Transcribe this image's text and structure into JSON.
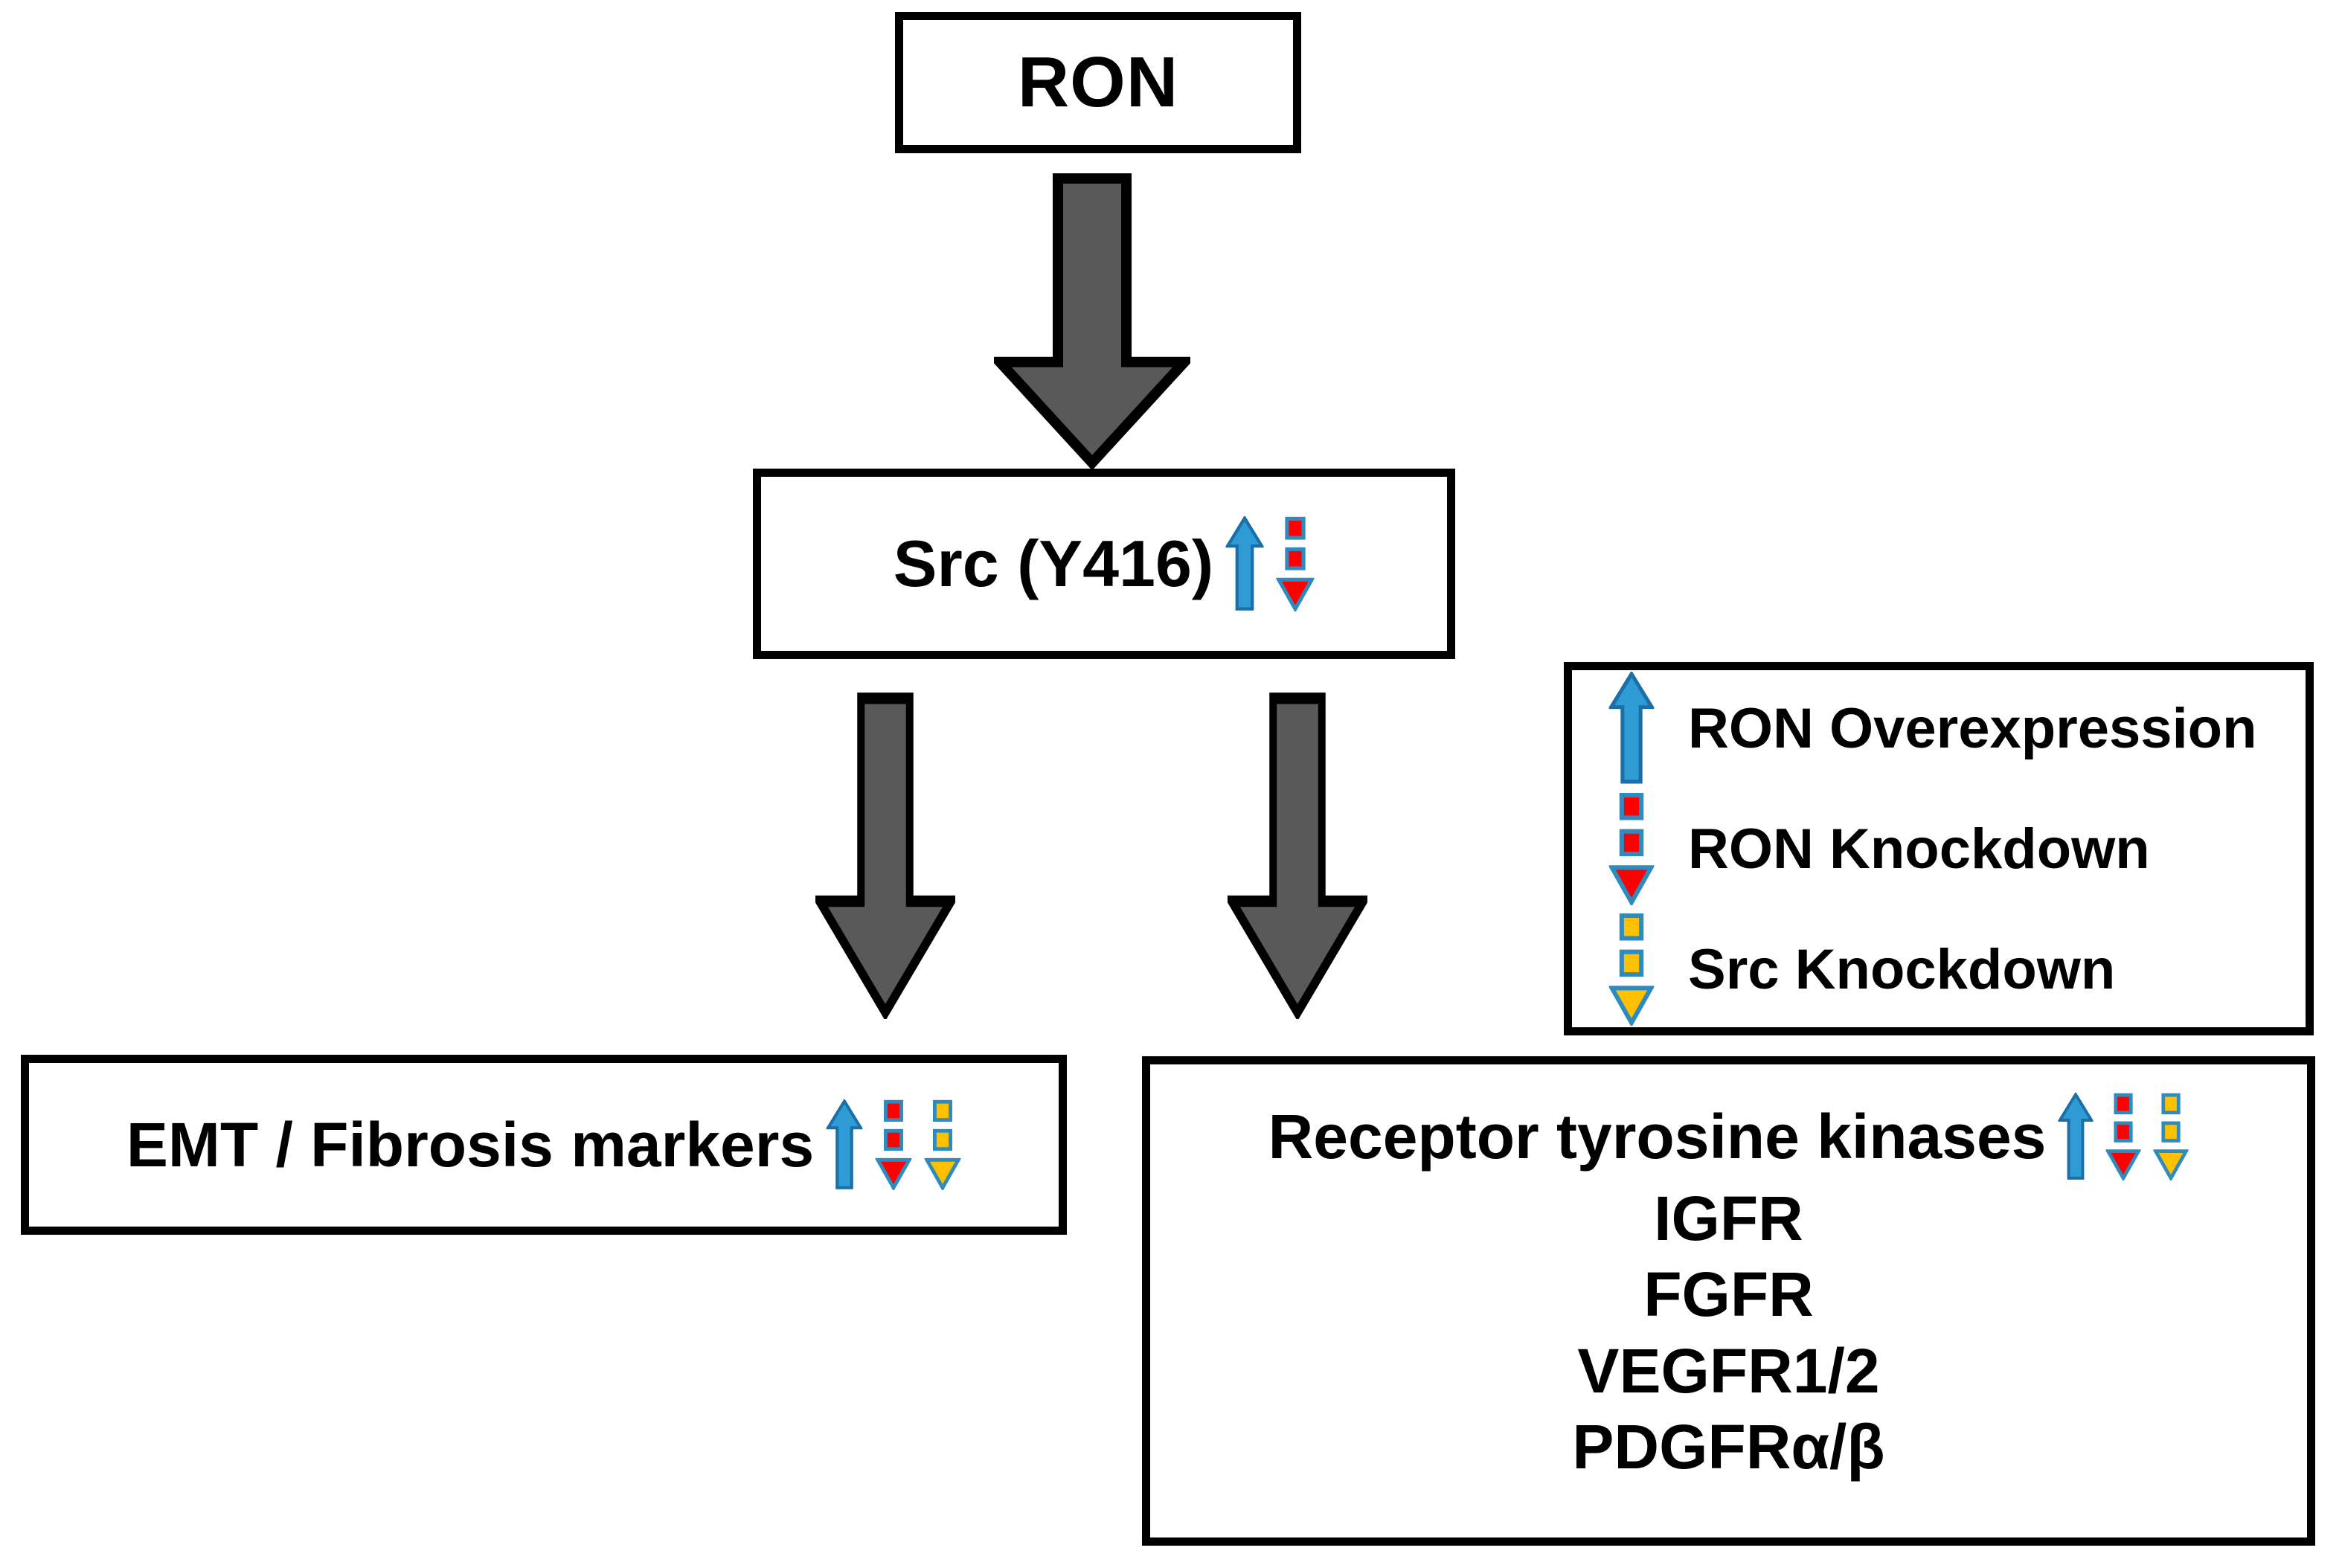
{
  "diagram": {
    "title": "RON / Src signalling pathway schematic",
    "colors": {
      "arrow_up_blue": "#2E9BD5",
      "arrow_outline_blue": "#1B6FA8",
      "knockdown_red": "#FF0000",
      "knockdown_yellow": "#FFC000",
      "flow_arrow_gray": "#595959",
      "flow_arrow_outline": "#000000",
      "box_border": "#000000",
      "background": "#FFFFFF",
      "text": "#000000"
    },
    "nodes": {
      "ron": {
        "label": "RON",
        "icons": []
      },
      "src": {
        "label": "Src (Y416)",
        "icons": [
          "ron-overexpression-up-arrow-icon",
          "ron-knockdown-down-arrow-icon"
        ]
      },
      "emt": {
        "label": "EMT / Fibrosis markers",
        "icons": [
          "ron-overexpression-up-arrow-icon",
          "ron-knockdown-down-arrow-icon",
          "src-knockdown-down-arrow-icon"
        ]
      },
      "rtk": {
        "label": "Receptor tyrosine kinases",
        "icons": [
          "ron-overexpression-up-arrow-icon",
          "ron-knockdown-down-arrow-icon",
          "src-knockdown-down-arrow-icon"
        ],
        "members": [
          "IGFR",
          "FGFR",
          "VEGFR1/2",
          "PDGFRα/β"
        ]
      }
    },
    "edges": [
      {
        "name": "ron-to-src",
        "from": "RON",
        "to": "Src (Y416)",
        "style": "solid-gray-block-arrow",
        "direction": "down"
      },
      {
        "name": "src-to-emt",
        "from": "Src (Y416)",
        "to": "EMT / Fibrosis markers",
        "style": "solid-gray-block-arrow",
        "direction": "down"
      },
      {
        "name": "src-to-rtk",
        "from": "Src (Y416)",
        "to": "Receptor tyrosine kinases",
        "style": "solid-gray-block-arrow",
        "direction": "down"
      }
    ],
    "legend": {
      "items": [
        {
          "icon": "ron-overexpression-up-arrow-icon",
          "label": "RON Overexpression"
        },
        {
          "icon": "ron-knockdown-down-arrow-icon",
          "label": "RON Knockdown"
        },
        {
          "icon": "src-knockdown-down-arrow-icon",
          "label": "Src Knockdown"
        }
      ]
    }
  }
}
